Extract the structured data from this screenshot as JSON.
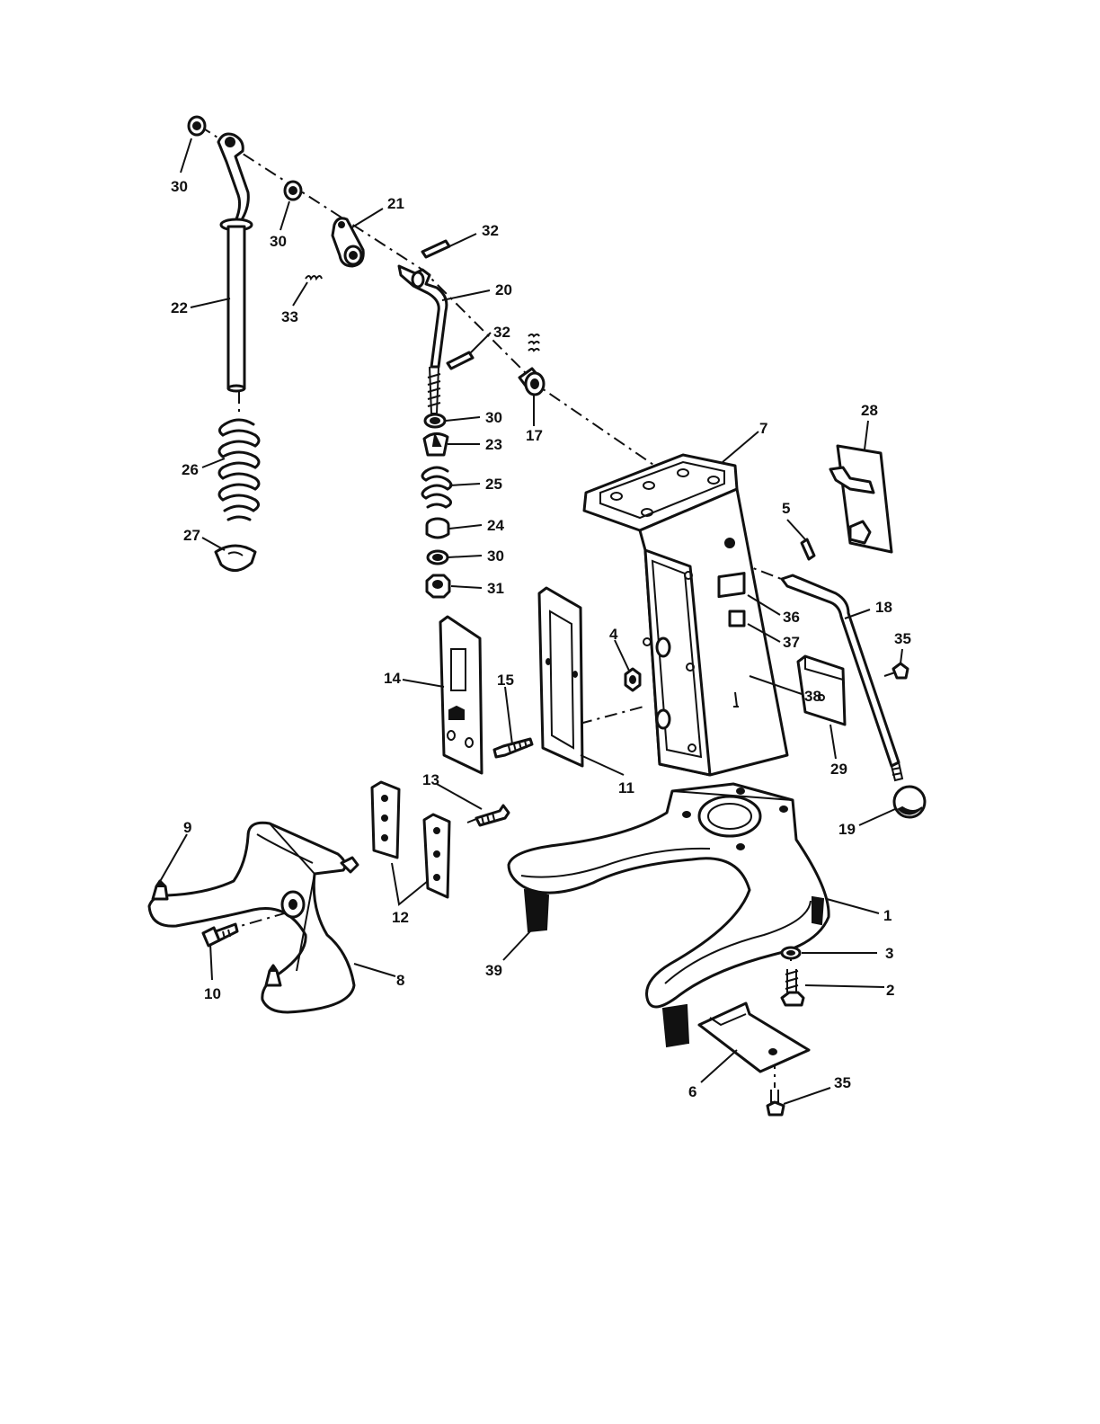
{
  "callouts": [
    {
      "id": "c30a",
      "text": "30"
    },
    {
      "id": "c30b",
      "text": "30"
    },
    {
      "id": "c21",
      "text": "21"
    },
    {
      "id": "c32a",
      "text": "32"
    },
    {
      "id": "c22",
      "text": "22"
    },
    {
      "id": "c33",
      "text": "33"
    },
    {
      "id": "c20",
      "text": "20"
    },
    {
      "id": "c32b",
      "text": "32"
    },
    {
      "id": "c17",
      "text": "17"
    },
    {
      "id": "c30c",
      "text": "30"
    },
    {
      "id": "c23",
      "text": "23"
    },
    {
      "id": "c26",
      "text": "26"
    },
    {
      "id": "c25",
      "text": "25"
    },
    {
      "id": "c7",
      "text": "7"
    },
    {
      "id": "c28",
      "text": "28"
    },
    {
      "id": "c24",
      "text": "24"
    },
    {
      "id": "c27",
      "text": "27"
    },
    {
      "id": "c30d",
      "text": "30"
    },
    {
      "id": "c5",
      "text": "5"
    },
    {
      "id": "c31",
      "text": "31"
    },
    {
      "id": "c18",
      "text": "18"
    },
    {
      "id": "c36",
      "text": "36"
    },
    {
      "id": "c4",
      "text": "4"
    },
    {
      "id": "c35a",
      "text": "35"
    },
    {
      "id": "c37",
      "text": "37"
    },
    {
      "id": "c14",
      "text": "14"
    },
    {
      "id": "c15",
      "text": "15"
    },
    {
      "id": "c38",
      "text": "38"
    },
    {
      "id": "c29",
      "text": "29"
    },
    {
      "id": "c11",
      "text": "11"
    },
    {
      "id": "c13",
      "text": "13"
    },
    {
      "id": "c19",
      "text": "19"
    },
    {
      "id": "c9",
      "text": "9"
    },
    {
      "id": "c12",
      "text": "12"
    },
    {
      "id": "c1",
      "text": "1"
    },
    {
      "id": "c3",
      "text": "3"
    },
    {
      "id": "c39",
      "text": "39"
    },
    {
      "id": "c2",
      "text": "2"
    },
    {
      "id": "c10",
      "text": "10"
    },
    {
      "id": "c8",
      "text": "8"
    },
    {
      "id": "c6",
      "text": "6"
    },
    {
      "id": "c35b",
      "text": "35"
    }
  ]
}
